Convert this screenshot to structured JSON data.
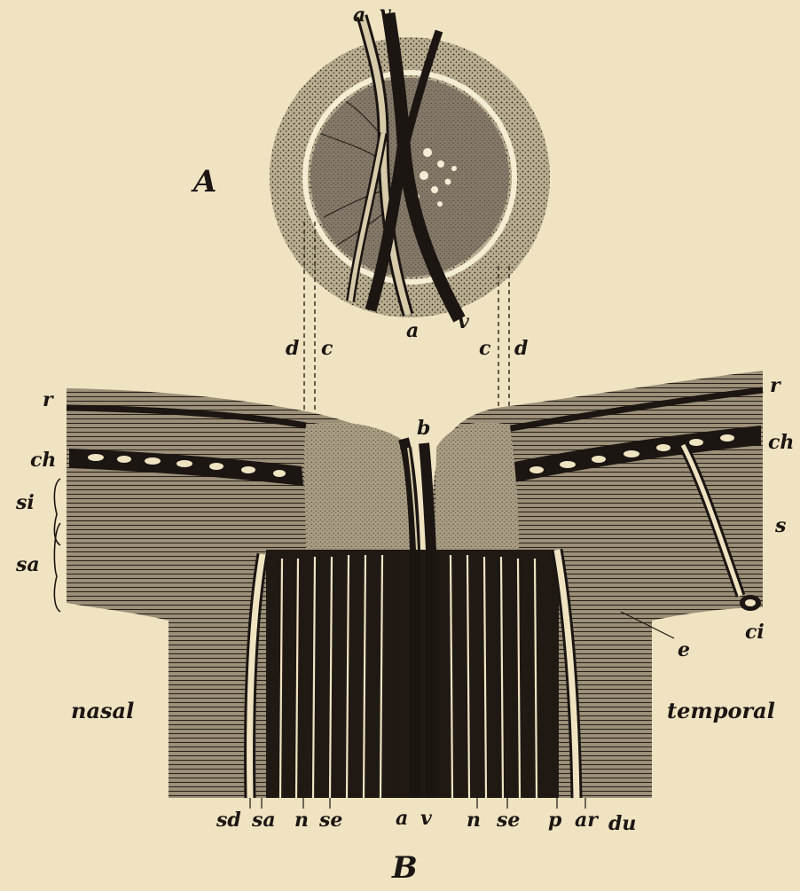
{
  "figure": {
    "panel_top": "A",
    "panel_bottom": "B",
    "side_left": "nasal",
    "side_right": "temporal",
    "labels_top_vessels": [
      "a",
      "v"
    ],
    "labels_bottom_vessels": [
      "a",
      "v"
    ],
    "labels_projection": [
      "d",
      "c",
      "c",
      "d"
    ],
    "label_b": "b",
    "labels_left": [
      "r",
      "ch",
      "si",
      "sa"
    ],
    "labels_right": [
      "r",
      "ch",
      "s",
      "e",
      "ci"
    ],
    "labels_bottom": [
      "sd",
      "sa",
      "n",
      "se",
      "a",
      "v",
      "n",
      "se",
      "p",
      "ar",
      "du"
    ]
  }
}
